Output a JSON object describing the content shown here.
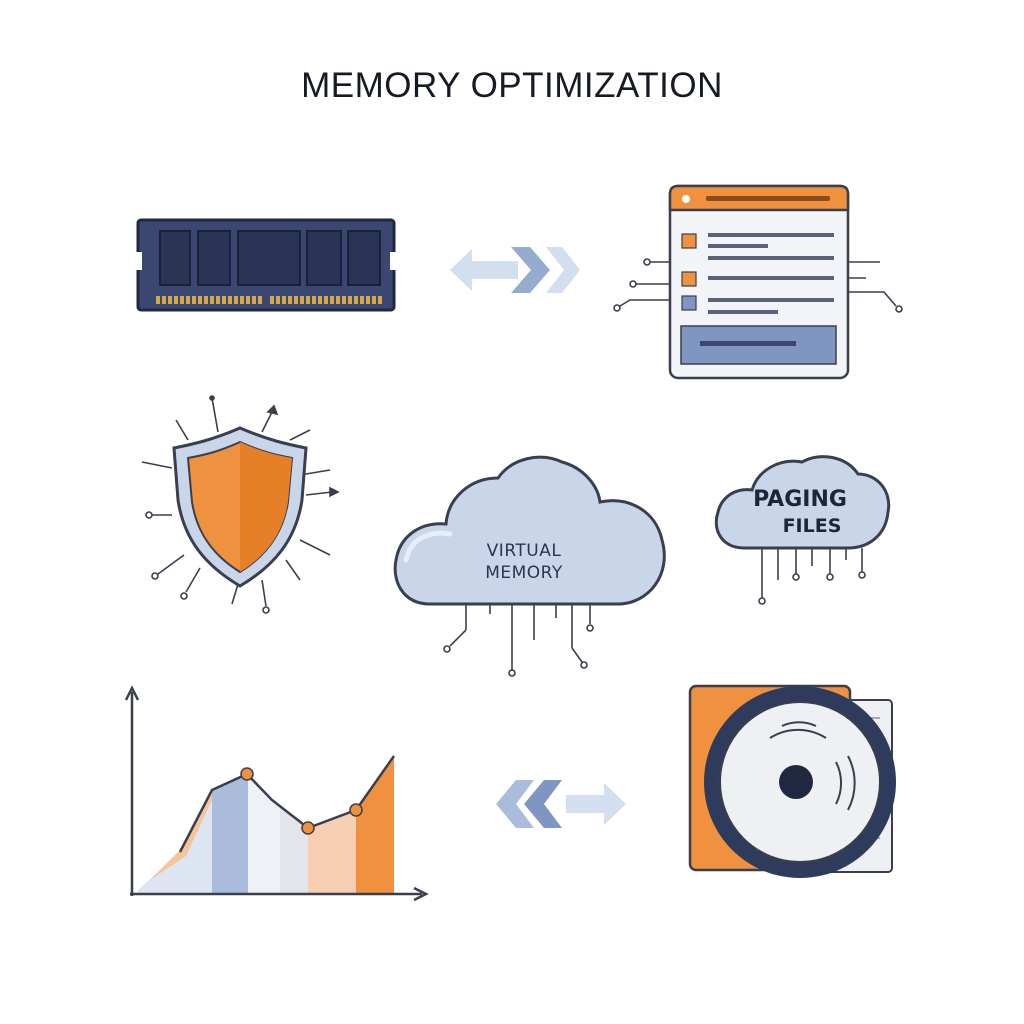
{
  "title": "MEMORY OPTIMIZATION",
  "virtual_memory": {
    "line1": "VIRTUAL",
    "line2": "MEMORY"
  },
  "paging_files": {
    "line1": "PAGING",
    "line2": "FILES"
  },
  "colors": {
    "navy": "#2f3b5c",
    "orange": "#f0913f",
    "light_blue": "#c9d6ea",
    "mid_blue": "#a9bcdc",
    "gold": "#d4a64a",
    "line": "#3a3f4d"
  },
  "icons": [
    "ram-module-icon",
    "transfer-arrows-icon",
    "app-window-icon",
    "shield-icon",
    "cloud-icon",
    "small-cloud-icon",
    "area-chart-icon",
    "return-arrows-icon",
    "disk-drive-icon"
  ]
}
